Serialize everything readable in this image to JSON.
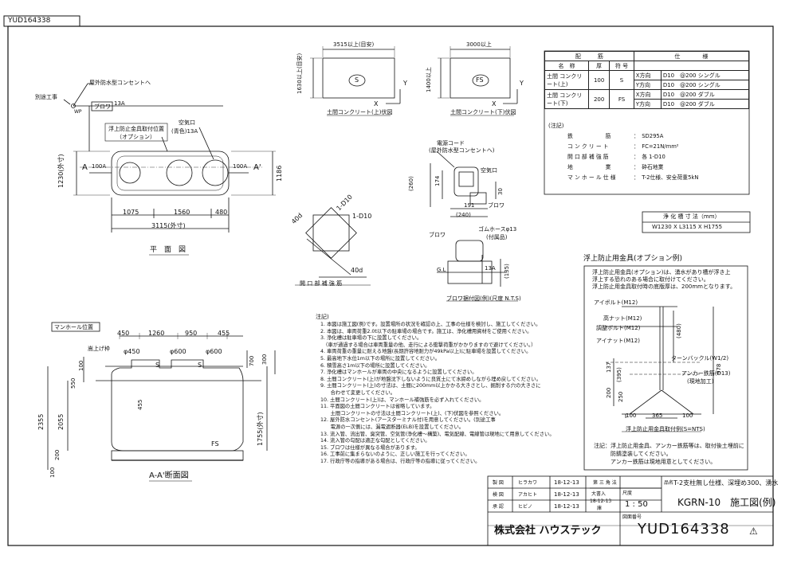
{
  "drawing_number_tag": "YUD164338",
  "plan": {
    "caption": "平　面　図",
    "outdoor_outlet": "屋外防水型コンセントへ",
    "separate_work": "別途工事",
    "wp": "WP",
    "blower": "ブロワ",
    "pipe_13a": "13A",
    "anchor_note": "浮上防止金具取付位置",
    "option": "（オプション）",
    "air_inlet": "空気口",
    "air_inlet_color": "(青色)13A",
    "section_mark_a": "A",
    "section_mark_a2": "A'",
    "inlet_100a": "100A",
    "outlet_100a": "100A",
    "dim_width": "1230(外寸)",
    "dim_1186": "1186",
    "dim_1075": "1075",
    "dim_1560": "1560",
    "dim_480": "480",
    "dim_total": "3115(外寸)"
  },
  "slab_upper": {
    "dim_len": "3515以上(目安)",
    "dim_w": "1630以上(目安)",
    "mark": "S",
    "x": "X",
    "y": "Y",
    "caption": "土間コンクリート(上)伏図"
  },
  "slab_lower": {
    "dim_len": "3000以上",
    "dim_w": "1400以上",
    "mark": "FS",
    "x": "X",
    "y": "Y",
    "caption": "土間コンクリート(下)伏図"
  },
  "rebar": {
    "title": "配　　　筋",
    "h_name": "名　称",
    "h_thick": "厚",
    "h_code": "符 号",
    "h_spec": "仕　　　　様",
    "rows": [
      {
        "name": "土間 コンクリート(上)",
        "thick": "100",
        "code": "S",
        "x_dir": "X方向",
        "x_spec": "D10　@200 シングル",
        "y_dir": "Y方向",
        "y_spec": "D10　@200 シングル"
      },
      {
        "name": "土間 コンクリート(下)",
        "thick": "200",
        "code": "FS",
        "x_dir": "X方向",
        "x_spec": "D10　@200 ダブル",
        "y_dir": "Y方向",
        "y_spec": "D10　@200 ダブル"
      }
    ]
  },
  "spec_notes": {
    "title": "(注記)",
    "items": [
      {
        "k": "鉄　　　　　　筋",
        "v": "：　SD295A"
      },
      {
        "k": "コ ン ク リ ー ト",
        "v": "：　FC=21N/mm²"
      },
      {
        "k": "開 口 部 補 強 筋",
        "v": "：　各 1-D10"
      },
      {
        "k": "地　　　　　　業",
        "v": "：　砕石地業"
      },
      {
        "k": "マ ン ホ ー ル 仕 様",
        "v": "：　T-2仕様、安全荷重5kN"
      }
    ]
  },
  "tank_size": {
    "title": "浄 化 槽 寸 法（mm）",
    "value": "W1230 X L3115 X H1755"
  },
  "opening": {
    "label_40d": "40d",
    "label_1d10": "1-D10",
    "label_1d10b": "1-D10",
    "label_40d2": "40d",
    "caption": "開 口 部 補 強 筋"
  },
  "blower_detail": {
    "power_cord": "電源コード",
    "outlet": "(屋外防水型コンセントへ)",
    "air_inlet": "空気口",
    "dim_260": "(260)",
    "dim_174": "174",
    "dim_30": "30",
    "dim_191": "191",
    "dim_240": "(240)",
    "blower": "ブロワ",
    "blower2": "ブロワ",
    "hose": "ゴムホースφ13",
    "hose_note": "(付属品)",
    "gl": "G.L",
    "pipe_13a": "13A",
    "dim_135": "(135)",
    "caption": "ブロワ据付図(例)(尺度 N.T.S)"
  },
  "anchor": {
    "title": "浮上防止用金具(オプション例)",
    "desc": [
      "浮上防止用金具(オプション)は、湧水があり槽が浮き上",
      "浮上する恐れのある場合に取付けてください。",
      "浮上防止用金具取付時の底版厚は、200mmとなります。"
    ],
    "eye_bolt": "アイボルト(M12)",
    "high_nut": "高ナット(M12)",
    "adj_bolt": "調整ボルト(M12)",
    "eye_nut": "アイナット(M12)",
    "turnbuckle": "ターンバックル(W1/2)",
    "anchor_rebar": "アンカー鉄筋(D13)",
    "anchor_rebar_note": "(現地加工)",
    "dim_480": "(480)",
    "dim_978": "978",
    "dim_137": "137",
    "dim_395": "(395)",
    "dim_200": "200",
    "dim_250": "250",
    "dim_100a": "100",
    "dim_365": "365",
    "dim_100b": "100",
    "caption": "浮上防止用金具取付例(S=NTS)",
    "notes": [
      "注記：浮上防止用金具、アンカー鉄筋等は、取付後土埋前に",
      "　　　防錆塗装してください。",
      "　　　アンカー鉄筋は現地用意としてください。"
    ]
  },
  "section": {
    "manhole_label": "マンホール位置",
    "height_adj": "嵩上げ枠",
    "dim_450": "450",
    "dim_1260": "1260",
    "dim_950": "950",
    "dim_455": "455",
    "phi_450": "φ450",
    "phi_600a": "φ600",
    "phi_600b": "φ600",
    "mark_s1": "S",
    "mark_s2": "S",
    "mark_fs": "FS",
    "dim_100": "100",
    "dim_550": "550",
    "dim_455v": "455",
    "dim_700": "700",
    "dim_300": "300",
    "dim_2355": "2355",
    "dim_2055": "2055",
    "dim_1755": "1755(外寸)",
    "dim_200": "200",
    "dim_100b": "100",
    "caption": "A-A'断面図"
  },
  "notes": {
    "title": "注記)",
    "items": [
      "1. 本図は施工図(例)です。設置場所の状況を確認の上、工事の仕様を検討し、施工してください。",
      "2. 本図は、車両荷重2.0t以下の駐車場の場合です。施工は、浄化槽用資材をご使用ください。",
      "3. 浄化槽は駐車場の下に設置してください。",
      "　（車が通過する場合は車両重量の他、走行による衝撃荷重がかかりますので避けてください。）",
      "4. 車両荷重の重量に耐える地盤(長期許容地耐力が49kPa以上)に駐車場を設置してください。",
      "5. 最高地下水位1m以下の場所に設置してください。",
      "6. 積雪高さ1m以下の場所に設置してください。",
      "7. 浄化槽はマンホールが車両の中央になるように設置してください。",
      "8. 土間コンクリート(上)が地盤沈下しないように良質土にて水締めしながら埋め戻してください。",
      "9. 土間コンクリート(上)の寸法は、土間に200mm以上かかる大きさとし、掘削する穴の大きさに",
      "　　合わせて変更してください。",
      "10. 土間コンクリート(上)は、マンホール補強筋を必ず入れてください。",
      "11. 平面図の土間コンクリートは省略しています。",
      "　　土間コンクリートの寸法は土間コンクリート(上)、(下)伏図を参照ください。",
      "12. 屋外防水コンセント(アースターミナル付)を用意してください。(別途工事",
      "　　電源の一次側には、漏電遮断器(ELB)を設置してください。",
      "13. 流入管、流出管、臭突管、空気管(浄化槽～構築)、電気配線、電線管は現地にて用意してください。",
      "14. 流入管の勾配は適正な勾配としてください。",
      "15. ブロワは仕様が異なる場合があります。",
      "16. 工事前に集まらないのように、正しい施工を行ってください。",
      "17. 行政庁等の指導がある場合は、行政庁等の指導に従ってください。"
    ]
  },
  "title_block": {
    "r1_role": "製 図",
    "r1_name": "ヒラカワ",
    "r1_date": "18-12-13",
    "r2_role": "検 図",
    "r2_name": "アカヒト",
    "r2_date": "18-12-13",
    "r3_role": "承 認",
    "r3_name": "ヒビノ",
    "r3_date": "18-12-13",
    "angle_label": "第 三 角 法",
    "scale_label": "尺度",
    "scale_value": "1 : 50",
    "issue_label": "大書入",
    "issue_date": "18-12-13",
    "issue_mark": "庫",
    "item_label": "品名",
    "item_desc": "T-2支柱無し仕様、深埋め300、湧水",
    "model": "KGRN-10　施工図(例)",
    "company": "株式会社 ハウステック",
    "drawing_label": "図面番号",
    "drawing_number": "YUD164338",
    "revision_mark": "⚠"
  }
}
